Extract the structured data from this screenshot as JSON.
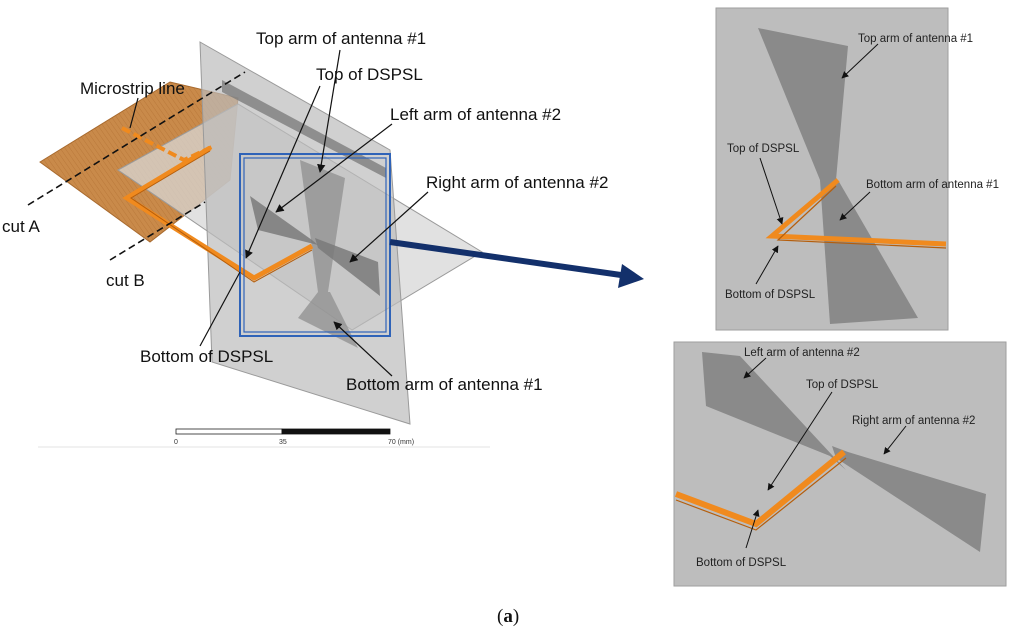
{
  "main_labels": {
    "top_arm_1": "Top arm of antenna #1",
    "top_dspsl": "Top of DSPSL",
    "microstrip": "Microstrip line",
    "left_arm_2": "Left arm of antenna #2",
    "right_arm_2": "Right arm of antenna #2",
    "cut_a": "cut A",
    "cut_b": "cut B",
    "bottom_dspsl": "Bottom of DSPSL",
    "bottom_arm_1": "Bottom arm of antenna #1"
  },
  "scale_bar": {
    "ticks": [
      "0",
      "35",
      "70 (mm)"
    ]
  },
  "inset_top": {
    "top_arm_1": "Top arm of antenna #1",
    "top_dspsl": "Top of DSPSL",
    "bottom_arm_1": "Bottom arm of antenna #1",
    "bottom_dspsl": "Bottom of DSPSL"
  },
  "inset_bottom": {
    "left_arm_2": "Left arm of antenna #2",
    "top_dspsl": "Top of DSPSL",
    "right_arm_2": "Right arm of antenna #2",
    "bottom_dspsl": "Bottom of DSPSL"
  },
  "caption": {
    "open": "(",
    "letter": "a",
    "close": ")"
  },
  "colors": {
    "substrate": "#c98a4a",
    "line": "#f08a1e",
    "line_dark": "#b55e0c",
    "plane": "#b9b9b9",
    "arm": "#8a8a8a",
    "zoom_box": "#2f63b8",
    "arrow": "#13306b"
  }
}
